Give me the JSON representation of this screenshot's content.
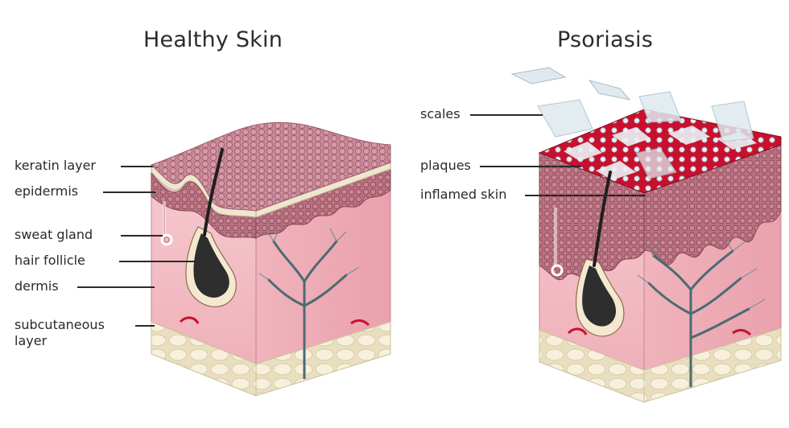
{
  "panels": [
    {
      "title": "Healthy Skin",
      "labels": [
        "keratin layer",
        "epidermis",
        "sweat gland",
        "hair follicle",
        "dermis",
        "subcutaneous\nlayer"
      ]
    },
    {
      "title": "Psoriasis",
      "labels": [
        "scales",
        "plaques",
        "inflamed skin"
      ]
    }
  ],
  "colors": {
    "dermis": "#f2b8c0",
    "epidermis": "#c07a8a",
    "keratin": "#efe6cf",
    "plaque": "#c8102e",
    "scale": "#dfe9ef",
    "fat": "#f3ecd6",
    "vessel": "#4a6b73",
    "follicle": "#2e2e2e"
  }
}
